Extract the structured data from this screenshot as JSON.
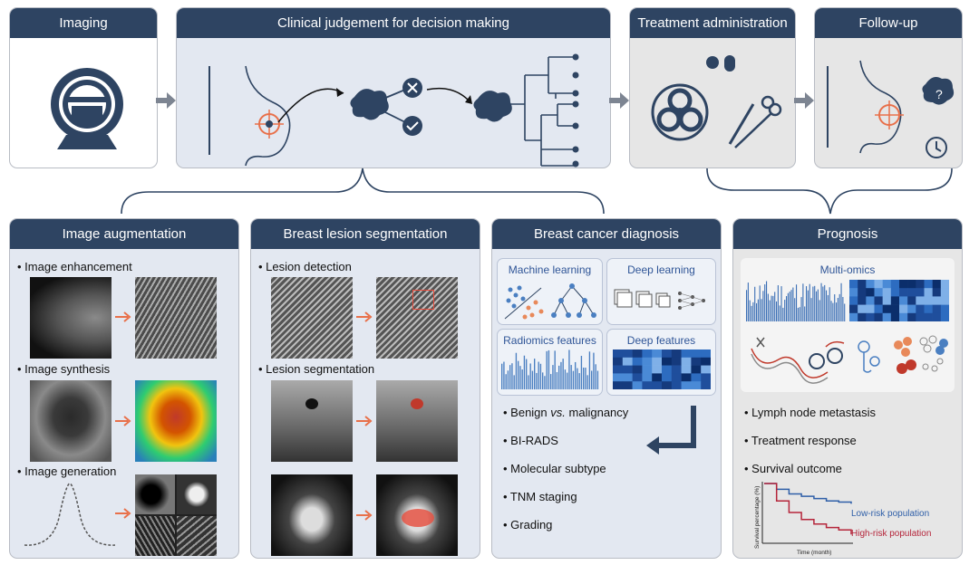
{
  "top": {
    "imaging": {
      "title": "Imaging"
    },
    "clinical": {
      "title": "Clinical judgement for decision making"
    },
    "treatment": {
      "title": "Treatment administration"
    },
    "followup": {
      "title": "Follow-up"
    }
  },
  "augmentation": {
    "title": "Image augmentation",
    "items": [
      "• Image enhancement",
      "• Image synthesis",
      "• Image generation"
    ]
  },
  "segmentation": {
    "title": "Breast lesion segmentation",
    "items": [
      "• Lesion detection",
      "• Lesion segmentation"
    ]
  },
  "diagnosis": {
    "title": "Breast cancer diagnosis",
    "boxes": [
      "Machine learning",
      "Deep learning",
      "Radiomics features",
      "Deep features"
    ],
    "items": [
      "• Benign",
      "vs.",
      "malignancy",
      "• BI-RADS",
      "• Molecular subtype",
      "• TNM staging",
      "• Grading"
    ]
  },
  "prognosis": {
    "title": "Prognosis",
    "multiomics": "Multi-omics",
    "items": [
      "• Lymph node metastasis",
      "• Treatment response",
      "• Survival outcome"
    ],
    "chart": {
      "ylabel": "Survival percentage (%)",
      "xlabel": "Time (month)",
      "low_label": "Low-risk population",
      "high_label": "High-risk population"
    }
  },
  "colors": {
    "header": "#2e4462",
    "arrow_orange": "#e8704a",
    "low_risk": "#2f5fa8",
    "high_risk": "#b5253a"
  },
  "chart_data": {
    "type": "line",
    "xlabel": "Time (month)",
    "ylabel": "Survival percentage (%)",
    "series": [
      {
        "name": "Low-risk population",
        "values": [
          1.0,
          0.9,
          0.82,
          0.78,
          0.74,
          0.7,
          0.68,
          0.65
        ]
      },
      {
        "name": "High-risk population",
        "values": [
          1.0,
          0.7,
          0.5,
          0.38,
          0.3,
          0.24,
          0.2,
          0.12
        ]
      }
    ]
  }
}
